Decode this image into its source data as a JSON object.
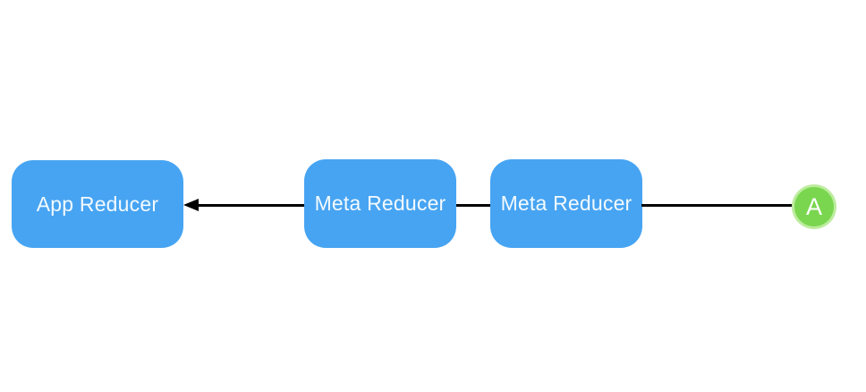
{
  "diagram": {
    "nodes": {
      "app_reducer": {
        "label": "App Reducer"
      },
      "meta_reducer_1": {
        "label": "Meta Reducer"
      },
      "meta_reducer_2": {
        "label": "Meta Reducer"
      },
      "action": {
        "label": "A"
      }
    },
    "connectors": [
      {
        "from": "meta_reducer_1",
        "to": "app_reducer",
        "arrowhead": "left"
      },
      {
        "from": "meta_reducer_2",
        "to": "meta_reducer_1",
        "arrowhead": "none"
      },
      {
        "from": "action",
        "to": "meta_reducer_2",
        "arrowhead": "none"
      }
    ]
  },
  "colors": {
    "background": "#ffffff",
    "node_fill": "#47A4F2",
    "node_text": "#F3FAFF",
    "connector": "#000000",
    "action_fill": "#7AD64F",
    "action_ring": "#BDEC9E",
    "action_text": "#ffffff"
  }
}
